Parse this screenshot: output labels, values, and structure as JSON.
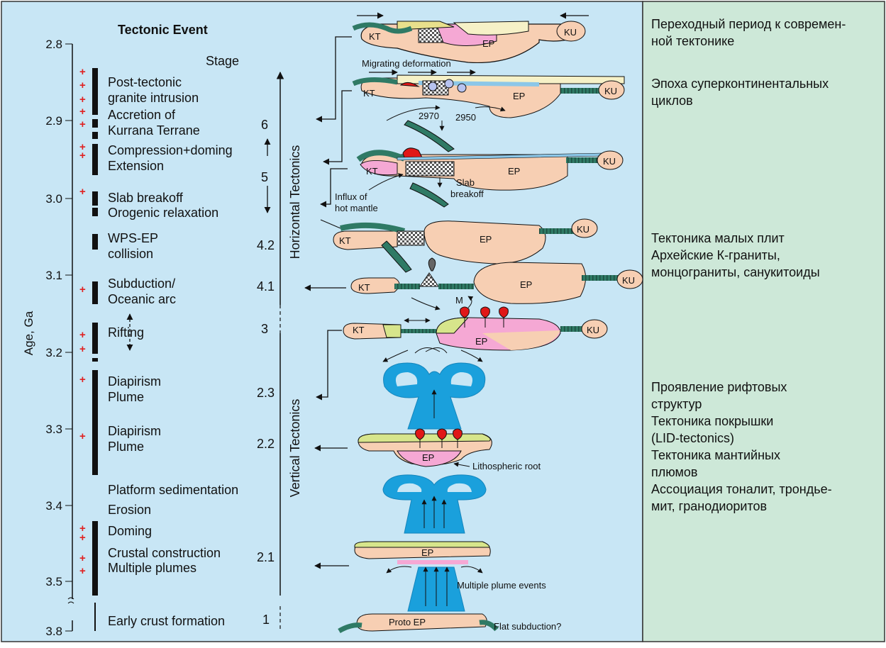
{
  "header": {
    "title": "Tectonic Event",
    "stage_label": "Stage"
  },
  "axis": {
    "title": "Age, Ga",
    "ticks": [
      "2.8",
      "2.9",
      "3.0",
      "3.1",
      "3.2",
      "3.3",
      "3.4",
      "3.5",
      "3.8"
    ]
  },
  "events": [
    "Post-tectonic",
    "granite intrusion",
    "Accretion of",
    "Kurrana Terrane",
    "Compression+doming",
    "Extension",
    "Slab breakoff",
    "Orogenic relaxation",
    "WPS-EP",
    "collision",
    "Subduction/",
    "Oceanic arc",
    "Rifting",
    "Diapirism",
    "Plume",
    "Diapirism",
    "Plume",
    "Platform sedimentation",
    "Erosion",
    "Doming",
    "Crustal construction",
    "Multiple plumes",
    "Early crust formation"
  ],
  "stages": [
    "6",
    "5",
    "4.2",
    "4.1",
    "3",
    "2.3",
    "2.2",
    "2.1",
    "1"
  ],
  "regimes": {
    "horizontal": "Horizontal Tectonics",
    "vertical": "Vertical Tectonics"
  },
  "diagram_labels": {
    "kt": "KT",
    "ku": "KU",
    "ep": "EP",
    "proto_ep": "Proto EP",
    "m": "M",
    "migrating": "Migrating deformation",
    "age_a": "2970",
    "age_b": "2950",
    "influx1": "Influx of",
    "influx2": "hot mantle",
    "slab1": "Slab",
    "slab2": "breakoff",
    "lithospheric_root": "Lithospheric root",
    "multiple_plume_events": "Multiple plume events",
    "flat_subduction": "Flat subduction?"
  },
  "russian_notes": {
    "block1": [
      "Переходный период к современ-",
      "ной тектонике"
    ],
    "block2": [
      "Эпоха суперконтинентальных",
      "циклов"
    ],
    "block3": [
      "Тектоника малых плит",
      "Архейские К-граниты,",
      "монцограниты, санукитоиды"
    ],
    "block4": [
      "Проявление рифтовых",
      "структур",
      "Тектоника покрышки",
      "(LID-tectonics)",
      "Тектоника мантийных",
      "плюмов",
      "Ассоциация тоналит, трондье-",
      "мит, гранодиоритов"
    ]
  },
  "colors": {
    "panel_bg": "#c8e6f5",
    "notes_bg": "#cde8d8",
    "crust": "#f7cfb3",
    "granite": "#f5a8d4",
    "slab": "#2f7a65",
    "plume": "#1aa0dc",
    "sediment": "#e8e08c",
    "melt": "#e01818",
    "marker": "#e02020"
  }
}
